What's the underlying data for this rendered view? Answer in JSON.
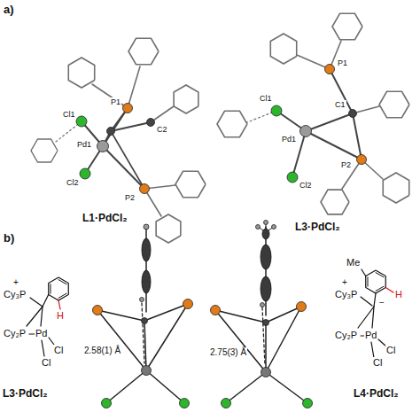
{
  "diagram": {
    "labels": [
      "a)",
      "Cl1",
      "P1",
      "C2",
      "Pd1",
      "Cl2",
      "P2",
      "L1·PdCl₂",
      "Cl1",
      "P1",
      "C1",
      "Pd1",
      "Cl2",
      "P2",
      "L3·PdCl₂",
      "b)",
      "+",
      "Cy₃P",
      "H",
      "Cy₂P",
      "Pd",
      "Cl",
      "Cl",
      "L3·PdCl₂",
      "2.58(1) Å",
      "2.75(3) Å",
      "Me",
      "+",
      "Cy₃P",
      "−",
      "H",
      "Cy₂P",
      "Pd",
      "Cl",
      "Cl",
      "L4·PdCl₂"
    ]
  }
}
